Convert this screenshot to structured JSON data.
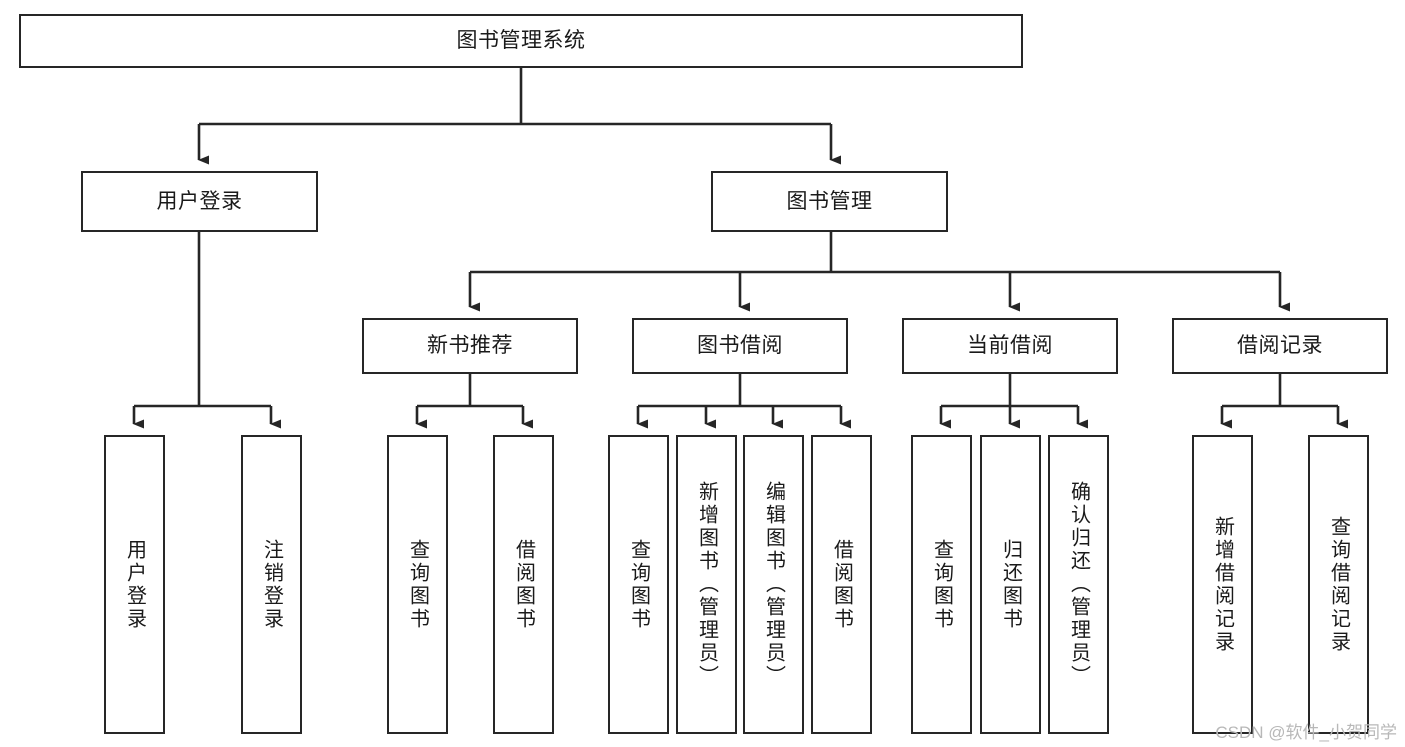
{
  "diagram": {
    "type": "tree-hierarchy-chart",
    "title": "图书管理系统",
    "root": {
      "id": "root",
      "label": "图书管理系统",
      "orientation": "horizontal"
    },
    "level2": [
      {
        "id": "user-login",
        "label": "用户登录",
        "orientation": "horizontal"
      },
      {
        "id": "book-management",
        "label": "图书管理",
        "orientation": "horizontal"
      }
    ],
    "level3": [
      {
        "id": "new-book-recommend",
        "label": "新书推荐",
        "orientation": "horizontal"
      },
      {
        "id": "book-borrow",
        "label": "图书借阅",
        "orientation": "horizontal"
      },
      {
        "id": "current-borrow",
        "label": "当前借阅",
        "orientation": "horizontal"
      },
      {
        "id": "borrow-record",
        "label": "借阅记录",
        "orientation": "horizontal"
      }
    ],
    "leaves": [
      {
        "id": "leaf-user-login",
        "label": "用户登录",
        "parent": "user-login",
        "orientation": "vertical"
      },
      {
        "id": "leaf-logout-login",
        "label": "注销登录",
        "parent": "user-login",
        "orientation": "vertical"
      },
      {
        "id": "leaf-query-book-1",
        "label": "查询图书",
        "parent": "new-book-recommend",
        "orientation": "vertical"
      },
      {
        "id": "leaf-borrow-book-1",
        "label": "借阅图书",
        "parent": "new-book-recommend",
        "orientation": "vertical"
      },
      {
        "id": "leaf-query-book-2",
        "label": "查询图书",
        "parent": "book-borrow",
        "orientation": "vertical"
      },
      {
        "id": "leaf-add-book",
        "label": "新增图书（管理员）",
        "parent": "book-borrow",
        "orientation": "vertical"
      },
      {
        "id": "leaf-edit-book",
        "label": "编辑图书（管理员）",
        "parent": "book-borrow",
        "orientation": "vertical"
      },
      {
        "id": "leaf-borrow-book-2",
        "label": "借阅图书",
        "parent": "book-borrow",
        "orientation": "vertical"
      },
      {
        "id": "leaf-query-book-3",
        "label": "查询图书",
        "parent": "current-borrow",
        "orientation": "vertical"
      },
      {
        "id": "leaf-return-book",
        "label": "归还图书",
        "parent": "current-borrow",
        "orientation": "vertical"
      },
      {
        "id": "leaf-confirm-return",
        "label": "确认归还（管理员）",
        "parent": "current-borrow",
        "orientation": "vertical"
      },
      {
        "id": "leaf-add-borrow-record",
        "label": "新增借阅记录",
        "parent": "borrow-record",
        "orientation": "vertical"
      },
      {
        "id": "leaf-query-borrow-record",
        "label": "查询借阅记录",
        "parent": "borrow-record",
        "orientation": "vertical"
      }
    ],
    "colors": {
      "stroke": "#262626",
      "fill": "#ffffff",
      "text": "#1a1a1a",
      "watermark": "#b8b8b8"
    }
  },
  "watermark": {
    "text": "CSDN @软件_小贺同学"
  }
}
